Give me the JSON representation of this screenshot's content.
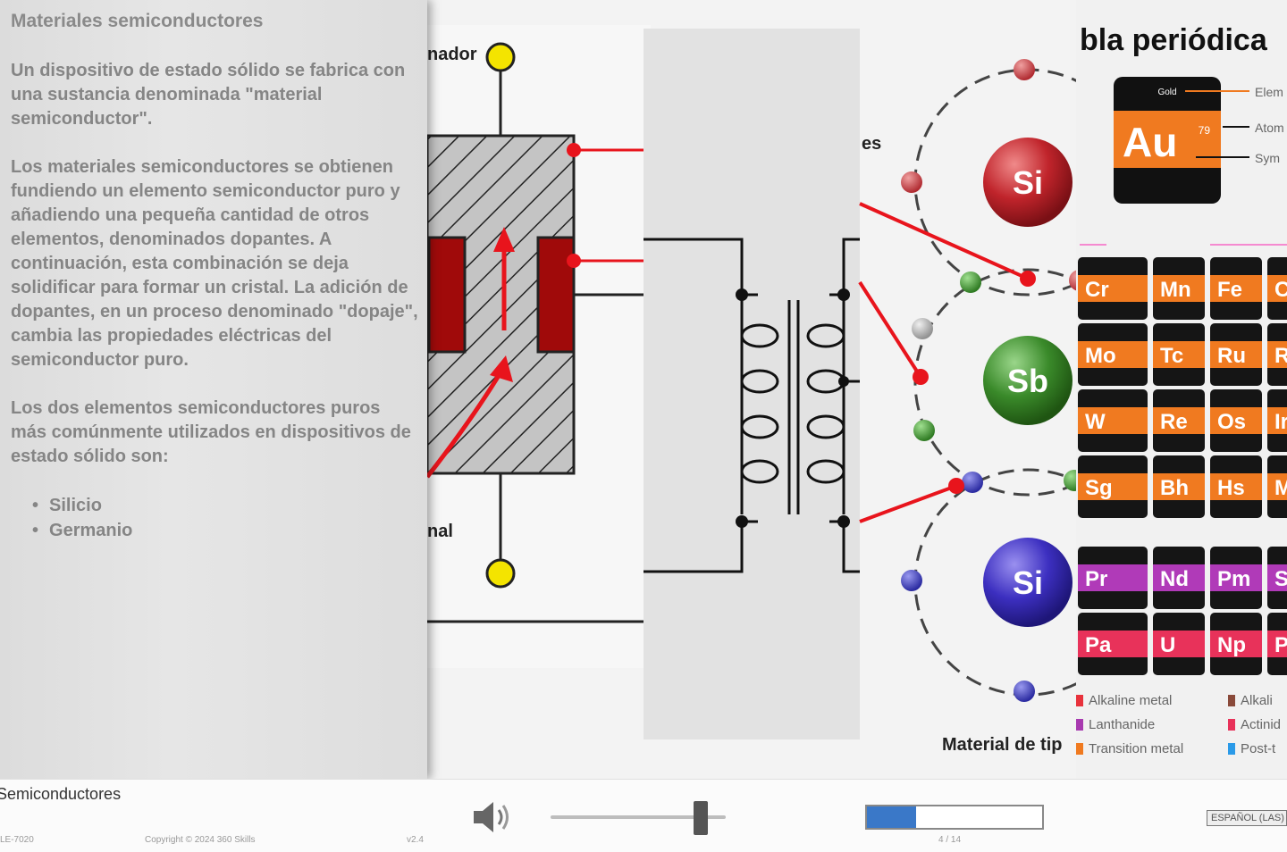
{
  "lesson": {
    "title": "Materiales semiconductores",
    "paragraphs": [
      "Un dispositivo de estado sólido se fabrica con una sustancia denominada \"material semiconductor\".",
      "Los materiales semiconductores se obtienen fundiendo un elemento semiconductor puro y añadiendo una pequeña cantidad de otros elementos, denominados dopantes. A continuación, esta combinación se deja solidificar para formar un cristal. La adición de dopantes, en un proceso denominado \"dopaje\", cambia las propiedades eléctricas del semiconductor puro.",
      "Los dos elementos semiconductores puros más comúnmente utilizados en dispositivos de estado sólido son:"
    ],
    "bullets": [
      "Silicio",
      "Germanio"
    ]
  },
  "illustrations": {
    "circuit_label_top": "nador",
    "circuit_label_bottom": "nal",
    "circuit_label_es": "es",
    "periodic_title": "bla periódica",
    "material_caption": "Material de tip",
    "atoms": [
      "Si",
      "Sb",
      "Si"
    ],
    "atom_colors": [
      "#c0242b",
      "#3a8a2a",
      "#3c2fc0"
    ],
    "gold_tile": {
      "name": "Gold",
      "symbol": "Au",
      "number": "79",
      "callouts": [
        "Elem",
        "Atom",
        "Sym"
      ]
    },
    "element_rows": [
      [
        "Cr",
        "Mn",
        "Fe",
        "C"
      ],
      [
        "Mo",
        "Tc",
        "Ru",
        "R"
      ],
      [
        "W",
        "Re",
        "Os",
        "Ir"
      ],
      [
        "Sg",
        "Bh",
        "Hs",
        "M"
      ],
      [
        "Pr",
        "Nd",
        "Pm",
        "S"
      ],
      [
        "Pa",
        "U",
        "Np",
        "P"
      ]
    ],
    "legend": [
      {
        "label": "Alkaline metal",
        "color": "#e8323c"
      },
      {
        "label": "Alkali",
        "color": "#8a4a3a"
      },
      {
        "label": "Lanthanide",
        "color": "#a83ab0"
      },
      {
        "label": "Actinid",
        "color": "#e8325a"
      },
      {
        "label": "Transition metal",
        "color": "#f07a20"
      },
      {
        "label": "Post-t",
        "color": "#2a9ae8"
      }
    ]
  },
  "footer": {
    "course_title": "Semiconductores",
    "version_left": "LE-7020",
    "copyright": "Copyright © 2024 360 Skills",
    "version_mid": "v2.4",
    "page_counter": "4 / 14",
    "volume_level": 0.9,
    "progress_percent": 28,
    "language_button": "ESPAÑOL (LAS)",
    "accent": "#3a78c8"
  }
}
